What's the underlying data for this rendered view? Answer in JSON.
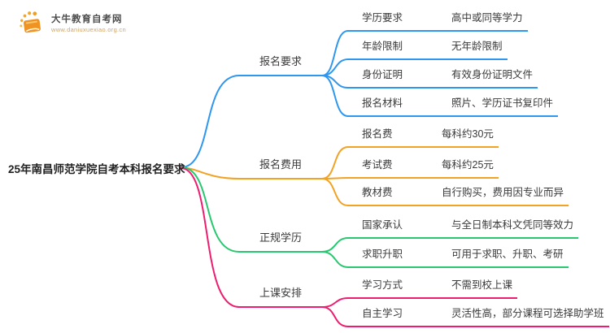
{
  "logo": {
    "title": "大牛教育自考网",
    "url": "www.daniuxuexiao.org.cn",
    "brand_color": "#F39B1D"
  },
  "mindmap": {
    "root": {
      "label": "25年南昌师范学院自考本科报名要求"
    },
    "branches": [
      {
        "label": "报名要求",
        "color": "#2E97F0",
        "children": [
          {
            "label": "学历要求",
            "value": "高中或同等学力"
          },
          {
            "label": "年龄限制",
            "value": "无年龄限制"
          },
          {
            "label": "身份证明",
            "value": "有效身份证明文件"
          },
          {
            "label": "报名材料",
            "value": "照片、学历证书复印件"
          }
        ]
      },
      {
        "label": "报名费用",
        "color": "#F2A225",
        "children": [
          {
            "label": "报名费",
            "value": "每科约30元"
          },
          {
            "label": "考试费",
            "value": "每科约25元"
          },
          {
            "label": "教材费",
            "value": "自行购买，费用因专业而异"
          }
        ]
      },
      {
        "label": "正规学历",
        "color": "#29C76F",
        "children": [
          {
            "label": "国家承认",
            "value": "与全日制本科文凭同等效力"
          },
          {
            "label": "求职升职",
            "value": "可用于求职、升职、考研"
          }
        ]
      },
      {
        "label": "上课安排",
        "color": "#EE1D6F",
        "children": [
          {
            "label": "学习方式",
            "value": "不需到校上课"
          },
          {
            "label": "自主学习",
            "value": "灵活性高，部分课程可选择助学班"
          }
        ]
      }
    ]
  }
}
